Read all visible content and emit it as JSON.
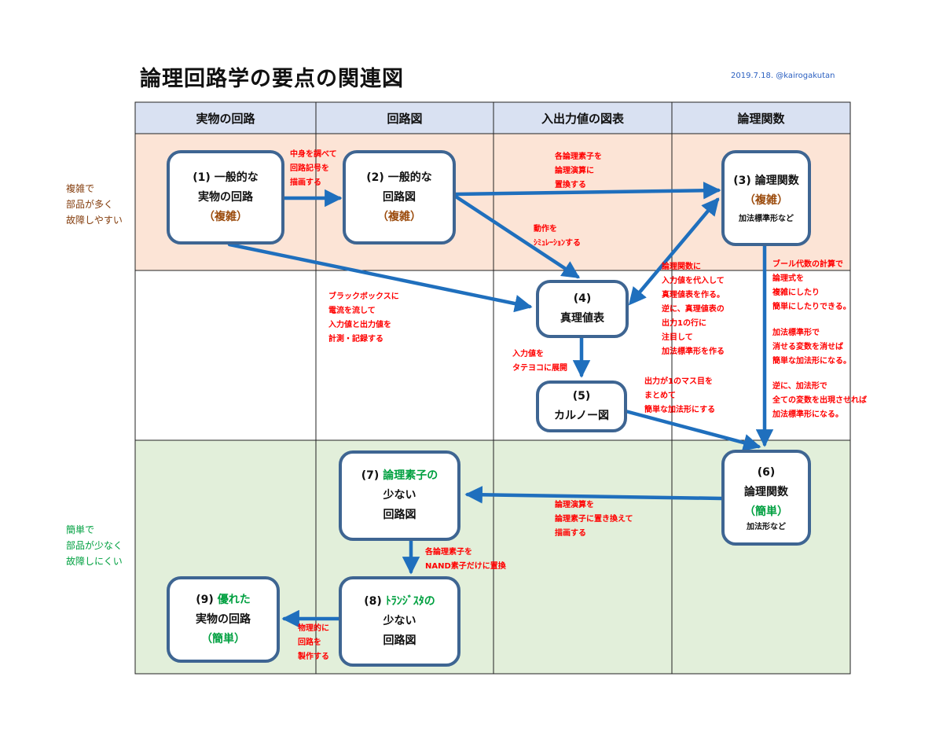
{
  "title": "論理回路学の要点の関連図",
  "date": "2019.7.18. @kairogakutan",
  "columns": [
    "実物の回路",
    "回路図",
    "入出力値の図表",
    "論理関数"
  ],
  "rows": {
    "top_label": [
      "複雑で",
      "部品が多く",
      "故障しやすい"
    ],
    "bottom_label": [
      "簡単で",
      "部品が少なく",
      "故障しにくい"
    ]
  },
  "nodes": {
    "n1": {
      "line1": "(1) 一般的な",
      "line2": "実物の回路",
      "line3": "（複雑）"
    },
    "n2": {
      "line1": "(2) 一般的な",
      "line2": "回路図",
      "line3": "（複雑）"
    },
    "n3": {
      "line1": "(3) 論理関数",
      "line2": "（複雑）",
      "line3": "加法標準形など"
    },
    "n4": {
      "line1": "(4)",
      "line2": "真理値表"
    },
    "n5": {
      "line1": "(5)",
      "line2": "カルノー図"
    },
    "n6": {
      "line1": "(6)",
      "line2": "論理関数",
      "line3": "（簡単）",
      "line4": "加法形など"
    },
    "n7": {
      "line1_num": "(7) ",
      "line1_green": "論理素子の",
      "line2": "少ない",
      "line3": "回路図"
    },
    "n8": {
      "line1_num": "(8) ",
      "line1_green": "ﾄﾗﾝｼﾞｽﾀの",
      "line2": "少ない",
      "line3": "回路図"
    },
    "n9": {
      "line1_num": "(9) ",
      "line1_green": "優れた",
      "line2": "実物の回路",
      "line3": "（簡単）"
    }
  },
  "notes": {
    "a": [
      "中身を調べて",
      "回路記号を",
      "描画する"
    ],
    "b": [
      "各論理素子を",
      "論理演算に",
      "置換する"
    ],
    "c": [
      "動作を",
      "ｼﾐｭﾚｰｼｮﾝする"
    ],
    "d": [
      "ブラックボックスに",
      "電流を流して",
      "入力値と出力値を",
      "計測・記録する"
    ],
    "e": [
      "論理関数に",
      "入力値を代入して",
      "真理値表を作る。",
      "逆に、真理値表の",
      "出力1の行に",
      "注目して",
      "加法標準形を作る"
    ],
    "f": [
      "ブール代数の計算で",
      "論理式を",
      "複雑にしたり",
      "簡単にしたりできる。"
    ],
    "g": [
      "加法標準形で",
      "消せる変数を消せば",
      "簡単な加法形になる。"
    ],
    "h": [
      "逆に、加法形で",
      "全ての変数を出現させれば",
      "加法標準形になる。"
    ],
    "i": [
      "入力値を",
      "タテヨコに展開"
    ],
    "j": [
      "出力が1のマス目を",
      "まとめて",
      "簡単な加法形にする"
    ],
    "k": [
      "論理演算を",
      "論理素子に置き換えて",
      "描画する"
    ],
    "l": [
      "各論理素子を",
      "NAND素子だけに置換"
    ],
    "m": [
      "物理的に",
      "回路を",
      "製作する"
    ]
  }
}
